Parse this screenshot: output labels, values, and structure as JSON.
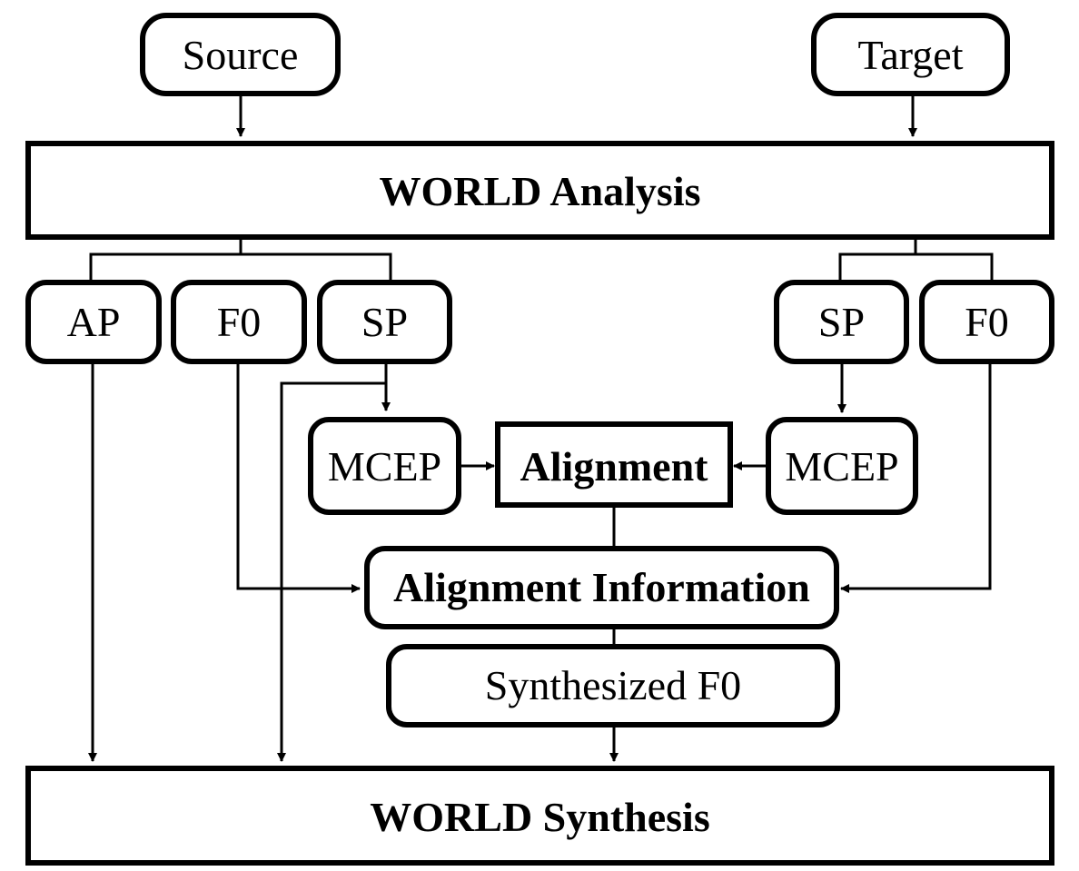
{
  "nodes": {
    "source": "Source",
    "target": "Target",
    "analysis": "WORLD Analysis",
    "src_ap": "AP",
    "src_f0": "F0",
    "src_sp": "SP",
    "tgt_sp": "SP",
    "tgt_f0": "F0",
    "src_mcep": "MCEP",
    "alignment": "Alignment",
    "tgt_mcep": "MCEP",
    "align_info": "Alignment Information",
    "synth_f0": "Synthesized F0",
    "synthesis": "WORLD Synthesis"
  },
  "colors": {
    "stroke": "#000000",
    "fill": "#ffffff"
  }
}
